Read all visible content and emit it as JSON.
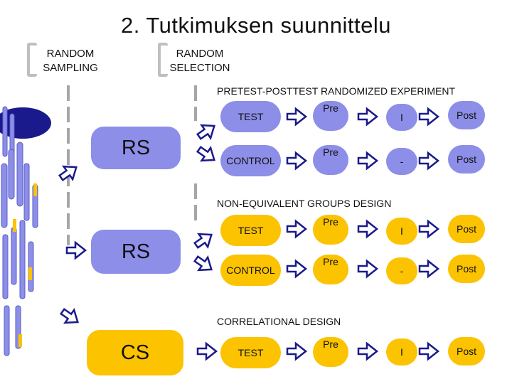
{
  "title": "2. Tutkimuksen suunnittelu",
  "sampling": {
    "line1": "RANDOM",
    "line2": "SAMPLING"
  },
  "selection": {
    "line1": "RANDOM",
    "line2": "SELECTION"
  },
  "section1": {
    "heading": "PRETEST-POSTTEST RANDOMIZED EXPERIMENT",
    "group_label": "RS",
    "rows": [
      {
        "group": "TEST",
        "pre": "Pre",
        "treatment": "I",
        "post": "Post"
      },
      {
        "group": "CONTROL",
        "pre": "Pre",
        "treatment": "-",
        "post": "Post"
      }
    ]
  },
  "section2": {
    "heading": "NON-EQUIVALENT GROUPS DESIGN",
    "group_label": "RS",
    "rows": [
      {
        "group": "TEST",
        "pre": "Pre",
        "treatment": "I",
        "post": "Post"
      },
      {
        "group": "CONTROL",
        "pre": "Pre",
        "treatment": "-",
        "post": "Post"
      }
    ]
  },
  "section3": {
    "heading": "CORRELATIONAL DESIGN",
    "group_label": "CS",
    "rows": [
      {
        "group": "TEST",
        "pre": "Pre",
        "treatment": "I",
        "post": "Post"
      }
    ]
  },
  "colors": {
    "lavender": "#8c8ee8",
    "yellow": "#fcc300",
    "navy": "#1a1a8c",
    "gray": "#a6a6a6",
    "arrow_fill": "#ffffff",
    "arrow_stroke": "#1a1a8c"
  }
}
